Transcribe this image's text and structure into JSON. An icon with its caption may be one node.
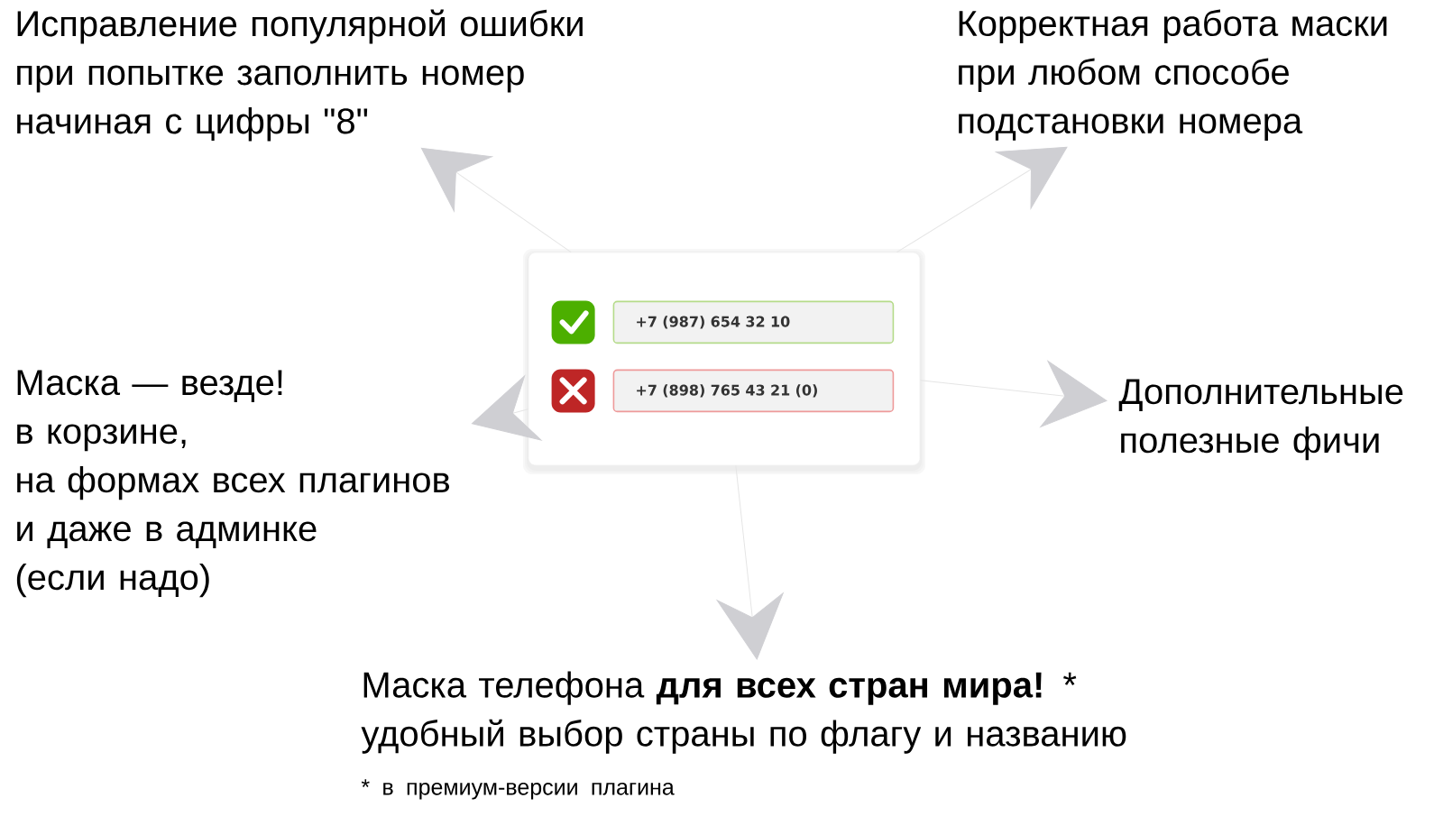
{
  "diagram": {
    "nodes": [
      {
        "text": [
          "Исправление популярной ошибки при попытке заполнить номер начиная с цифры \"8\""
        ]
      },
      {
        "text": [
          "Корректная работа маски при любом способе подстановки номера"
        ]
      },
      {
        "text": [
          "Маска — везде!",
          "в корзине,",
          "на формах всех плагинов",
          "и даже в админке",
          "(если надо)"
        ]
      },
      {
        "text": [],
        "shape": "box"
      },
      {
        "text": [
          "+7 (987) 654 32 10"
        ],
        "in": 3
      },
      {
        "text": [
          "+7 (898) 765 43 21 (0)"
        ],
        "in": 3
      },
      {
        "text": [
          "Дополнительные полезные фичи"
        ]
      },
      {
        "text": [
          "Маска телефона **для всех стран мира!** * удобный выбор страны по флагу и названию",
          "* в премиум-версии плагина"
        ]
      }
    ],
    "edges": [
      {
        "from": 3,
        "to": 0,
        "arrow": "to"
      },
      {
        "from": 3,
        "to": 1,
        "arrow": "to"
      },
      {
        "from": 3,
        "to": 2,
        "arrow": "to"
      },
      {
        "from": 3,
        "to": 6,
        "arrow": "to"
      },
      {
        "from": 3,
        "to": 7,
        "arrow": "to"
      }
    ]
  }
}
